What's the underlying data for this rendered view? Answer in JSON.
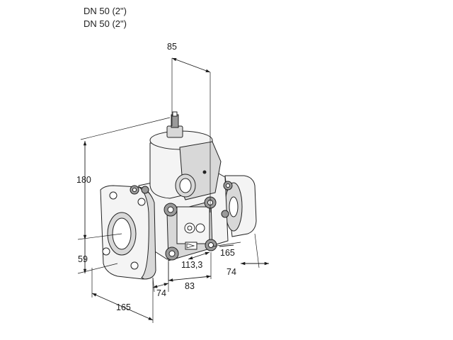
{
  "header": {
    "line1": "DN 50 (2\")",
    "line2": "DN 50 (2\")"
  },
  "dimensions": {
    "top_width": "85",
    "height": "180",
    "flange_center": "59",
    "flange_face": "74",
    "body_length": "83",
    "offset": "113,3",
    "right_depth": "165",
    "right_flange": "74",
    "base_width": "165"
  }
}
